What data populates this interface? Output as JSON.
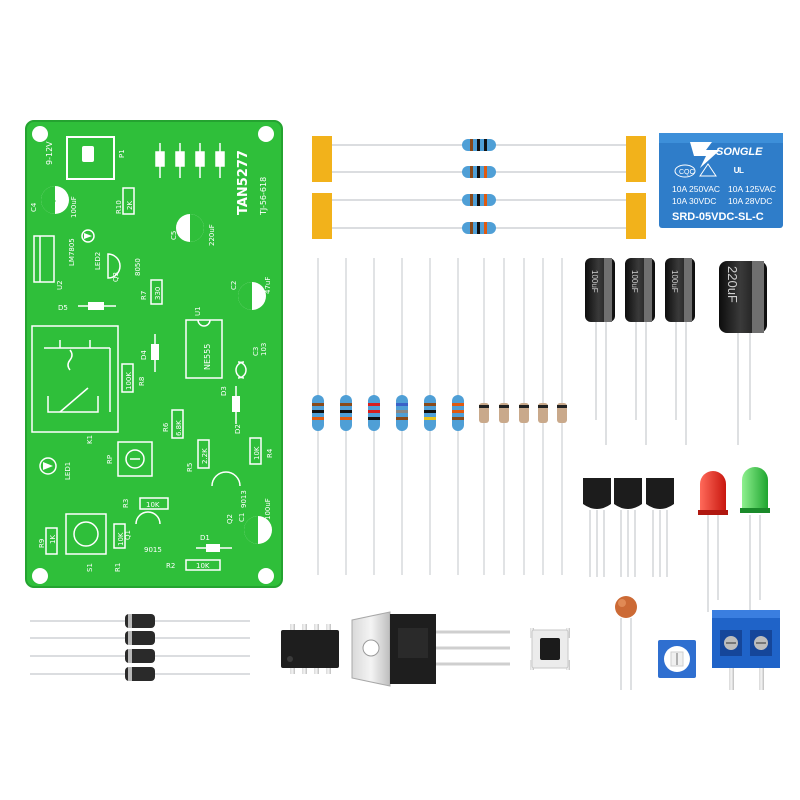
{
  "pcb": {
    "board_code": "TAN5277",
    "board_sub": "TJ-56-618",
    "power_label": "9-12V",
    "labels": {
      "p1": "P1",
      "c4": "C4",
      "c4_val": "100uF",
      "r10": "R10",
      "r10_val": "2K",
      "c5": "C5",
      "c5_val": "220uF",
      "u2": "U2",
      "u2_chip": "LM7805",
      "led2": "LED2",
      "q3": "Q3",
      "q3_type": "8050",
      "r7": "R7",
      "r7_val": "330",
      "c2": "C2",
      "c2_val": "47uF",
      "d5": "D5",
      "u1": "U1",
      "u1_chip": "NE555",
      "d4": "D4",
      "c3": "C3",
      "c3_val": "103",
      "r8": "R8",
      "r8_val": "100K",
      "d3": "D3",
      "k1": "K1",
      "r6": "R6",
      "r6_val": "6.8K",
      "d2": "D2",
      "led1": "LED1",
      "rp": "RP",
      "r5": "R5",
      "r5_val": "2.2K",
      "r4": "R4",
      "r4_val": "10K",
      "q2": "Q2",
      "q2_type": "9013",
      "r3": "R3",
      "r3_val": "10K",
      "c1": "C1",
      "c1_val": "100uF",
      "r9": "R9",
      "r9_val": "1K",
      "q1": "Q1",
      "q1_type": "9015",
      "r1": "R1",
      "r1_val": "10K",
      "s1": "S1",
      "r2": "R2",
      "r2_val": "10K",
      "d1": "D1"
    }
  },
  "relay": {
    "brand": "SONGLE",
    "line1_left": "10A 250VAC",
    "line1_right": "10A 125VAC",
    "line2_left": "10A  30VDC",
    "line2_right": "10A  28VDC",
    "model": "SRD-05VDC-SL-C",
    "cert": "CQC"
  },
  "capacitors": {
    "small_labels": [
      "100uF",
      "100uF",
      "100uF"
    ],
    "large_label": "220uF"
  },
  "colors": {
    "pcb_green": "#2fbf3a",
    "pcb_edge": "#24a330",
    "tape": "#f2b21b",
    "relay_blue": "#2f7dc9",
    "terminal_blue": "#1f63c8",
    "cap_black": "#1c1c1c",
    "resistor_blue": "#4f9fd6",
    "led_red": "#e8261f",
    "led_green": "#39c84a"
  }
}
